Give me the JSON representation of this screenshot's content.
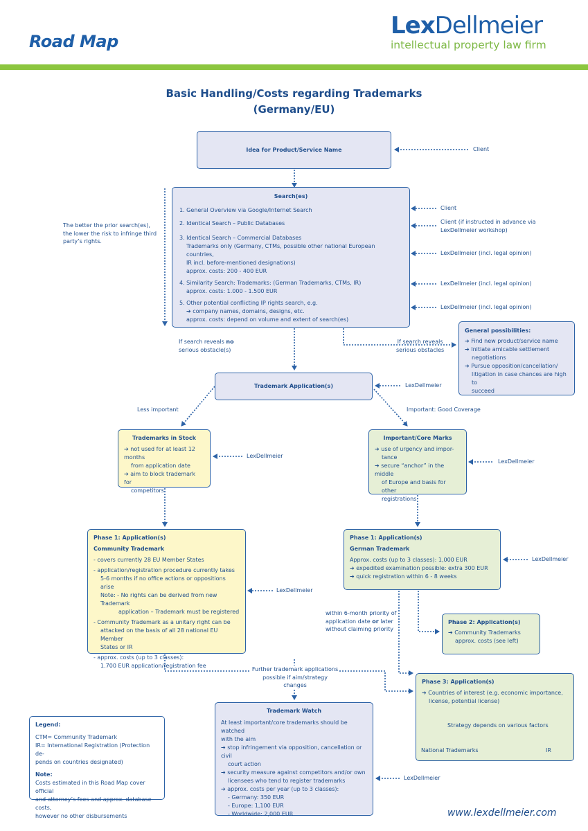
{
  "header": {
    "road_map": "Road Map",
    "logo_lex": "Lex",
    "logo_dellmeier": "Dellmeier",
    "logo_tagline": "intellectual property law firm"
  },
  "title": {
    "line1": "Basic Handling/Costs regarding Trademarks",
    "line2": "(Germany/EU)"
  },
  "idea": {
    "label": "Idea for Product/Service Name"
  },
  "search": {
    "title": "Search(es)",
    "item1": "1.  General Overview via Google/Internet Search",
    "item2": "2.  Identical Search – Public Databases",
    "item3_l1": "3.  Identical Search – Commercial Databases",
    "item3_l2": "Trademarks only (Germany, CTMs, possible other national European countries,",
    "item3_l3": "IR incl. before-mentioned designations)",
    "item3_l4": "approx. costs: 200 - 400 EUR",
    "item4_l1": "4.  Similarity Search: Trademarks: (German Trademarks, CTMs, IR)",
    "item4_l2": "approx. costs: 1.000 - 1.500 EUR",
    "item5_l1": "5.  Other potential conflicting IP rights search, e.g.",
    "item5_l2": "➔ company names, domains, designs, etc.",
    "item5_l3": "approx. costs: depend on volume and extent of search(es)"
  },
  "side_labels": {
    "client1": "Client",
    "client2": "Client",
    "client3_l1": "Client (if instructed in advance via",
    "client3_l2": "LexDellmeier workshop)",
    "lex_opinion1": "LexDellmeier (incl. legal opinion)",
    "lex_opinion2": "LexDellmeier (incl. legal opinion)",
    "lex_opinion3": "LexDellmeier (incl. legal opinion)",
    "prior_l1": "The better the prior search(es),",
    "prior_l2": "the lower the risk to infringe third",
    "prior_l3": "party’s rights.",
    "no_obstacle_l1": "If search reveals no",
    "no_obstacle_l2": "serious obstacle(s)",
    "serious_l1": "If search reveals",
    "serious_l2": "serious obstacles",
    "lex_app": "LexDellmeier",
    "less_important": "Less important",
    "important_good": "Important: Good Coverage",
    "lex_stock": "LexDellmeier",
    "lex_core": "LexDellmeier",
    "lex_phase1_eu": "LexDellmeier",
    "lex_phase1_de": "LexDellmeier",
    "priority_l1": "within 6-month priority of",
    "priority_l2": "application date or later",
    "priority_l3": "without claiming priority",
    "further_l1": "Further trademark applications",
    "further_l2": "possible if aim/strategy changes",
    "lex_watch": "LexDellmeier"
  },
  "general_possibilities": {
    "title": "General possibilities:",
    "i1": "➔ Find new product/service name",
    "i2_l1": "➔ Initiate amicable settlement",
    "i2_l2": "negotiations",
    "i3_l1": "➔ Pursue opposition/cancellation/",
    "i3_l2": "litigation in case chances are high to",
    "i3_l3": "succeed"
  },
  "application": {
    "label": "Trademark Application(s)"
  },
  "stock": {
    "title": "Trademarks in Stock",
    "i1_l1": "➔ not used for at least 12 months",
    "i1_l2": "from application date",
    "i2_l1": "➔ aim to block trademark for",
    "i2_l2": "competitors"
  },
  "core": {
    "title": "Important/Core Marks",
    "i1_l1": "➔ use of urgency and impor-",
    "i1_l2": "tance",
    "i2_l1": "➔ secure “anchor” in the middle",
    "i2_l2": "of Europe and basis for other",
    "i2_l3": "registrations"
  },
  "phase1_eu": {
    "title": "Phase 1: Application(s)",
    "subtitle": "Community Trademark",
    "i1": "-  covers currently 28 EU Member States",
    "i2_l1": "-  application/registration procedure currently takes",
    "i2_l2": "5-6 months if no office actions or oppositions arise",
    "i2_l3": "Note:  -  No rights can be derived from new Trademark",
    "i2_l4": "application – Trademark must be registered",
    "i3_l1": "-  Community Trademark as a unitary right can be",
    "i3_l2": "attacked on the basis of all 28 national EU Member",
    "i3_l3": "States or IR",
    "i4_l1": "-  approx. costs (up to 3 classes):",
    "i4_l2": "1.700 EUR application/registration fee"
  },
  "phase1_de": {
    "title": "Phase 1: Application(s)",
    "subtitle": "German Trademark",
    "i1": "Approx. costs (up to 3 classes): 1,000 EUR",
    "i2": "➔ expedited examination possible: extra 300 EUR",
    "i3": "➔ quick registration within 6 - 8 weeks"
  },
  "phase2": {
    "title": "Phase 2: Application(s)",
    "i1": "➔ Community Trademarks",
    "i2": "approx. costs (see left)"
  },
  "phase3": {
    "title": "Phase 3: Application(s)",
    "i1_l1": "➔ Countries of interest (e.g. economic importance,",
    "i1_l2": "license, potential license)",
    "strategy": "Strategy depends on various factors",
    "national": "National Trademarks",
    "ir": "IR"
  },
  "watch": {
    "title": "Trademark Watch",
    "l1": "At least important/core trademarks should be watched",
    "l2": "with the aim",
    "l3": "➔ stop infringement via opposition, cancellation or civil",
    "l4": "court action",
    "l5": "➔ security measure against competitors and/or own",
    "l6": "licensees who tend to register trademarks",
    "l7": "➔ approx. costs per year (up to 3 classes):",
    "l8": "- Germany: 350 EUR",
    "l9": "- Europe: 1,100 EUR",
    "l10": "- Worldwide: 2,000 EUR"
  },
  "legend": {
    "title": "Legend:",
    "ctm": "CTM= Community Trademark",
    "ir_l1": "IR= International Registration (Protection de-",
    "ir_l2": "pends on countries designated)",
    "note_title": "Note:",
    "note_l1": "Costs estimated in this Road Map cover official",
    "note_l2": "and attorney’s fees and approx. database costs,",
    "note_l3": "however no other disbursements"
  },
  "footer": {
    "url": "www.lexdellmeier.com"
  },
  "colors": {
    "primary_blue": "#1f4e8c",
    "green_bar": "#8cc63f",
    "box_blue": "#e4e6f3",
    "box_yellow": "#fdf7c9",
    "box_green": "#e6efd6"
  }
}
